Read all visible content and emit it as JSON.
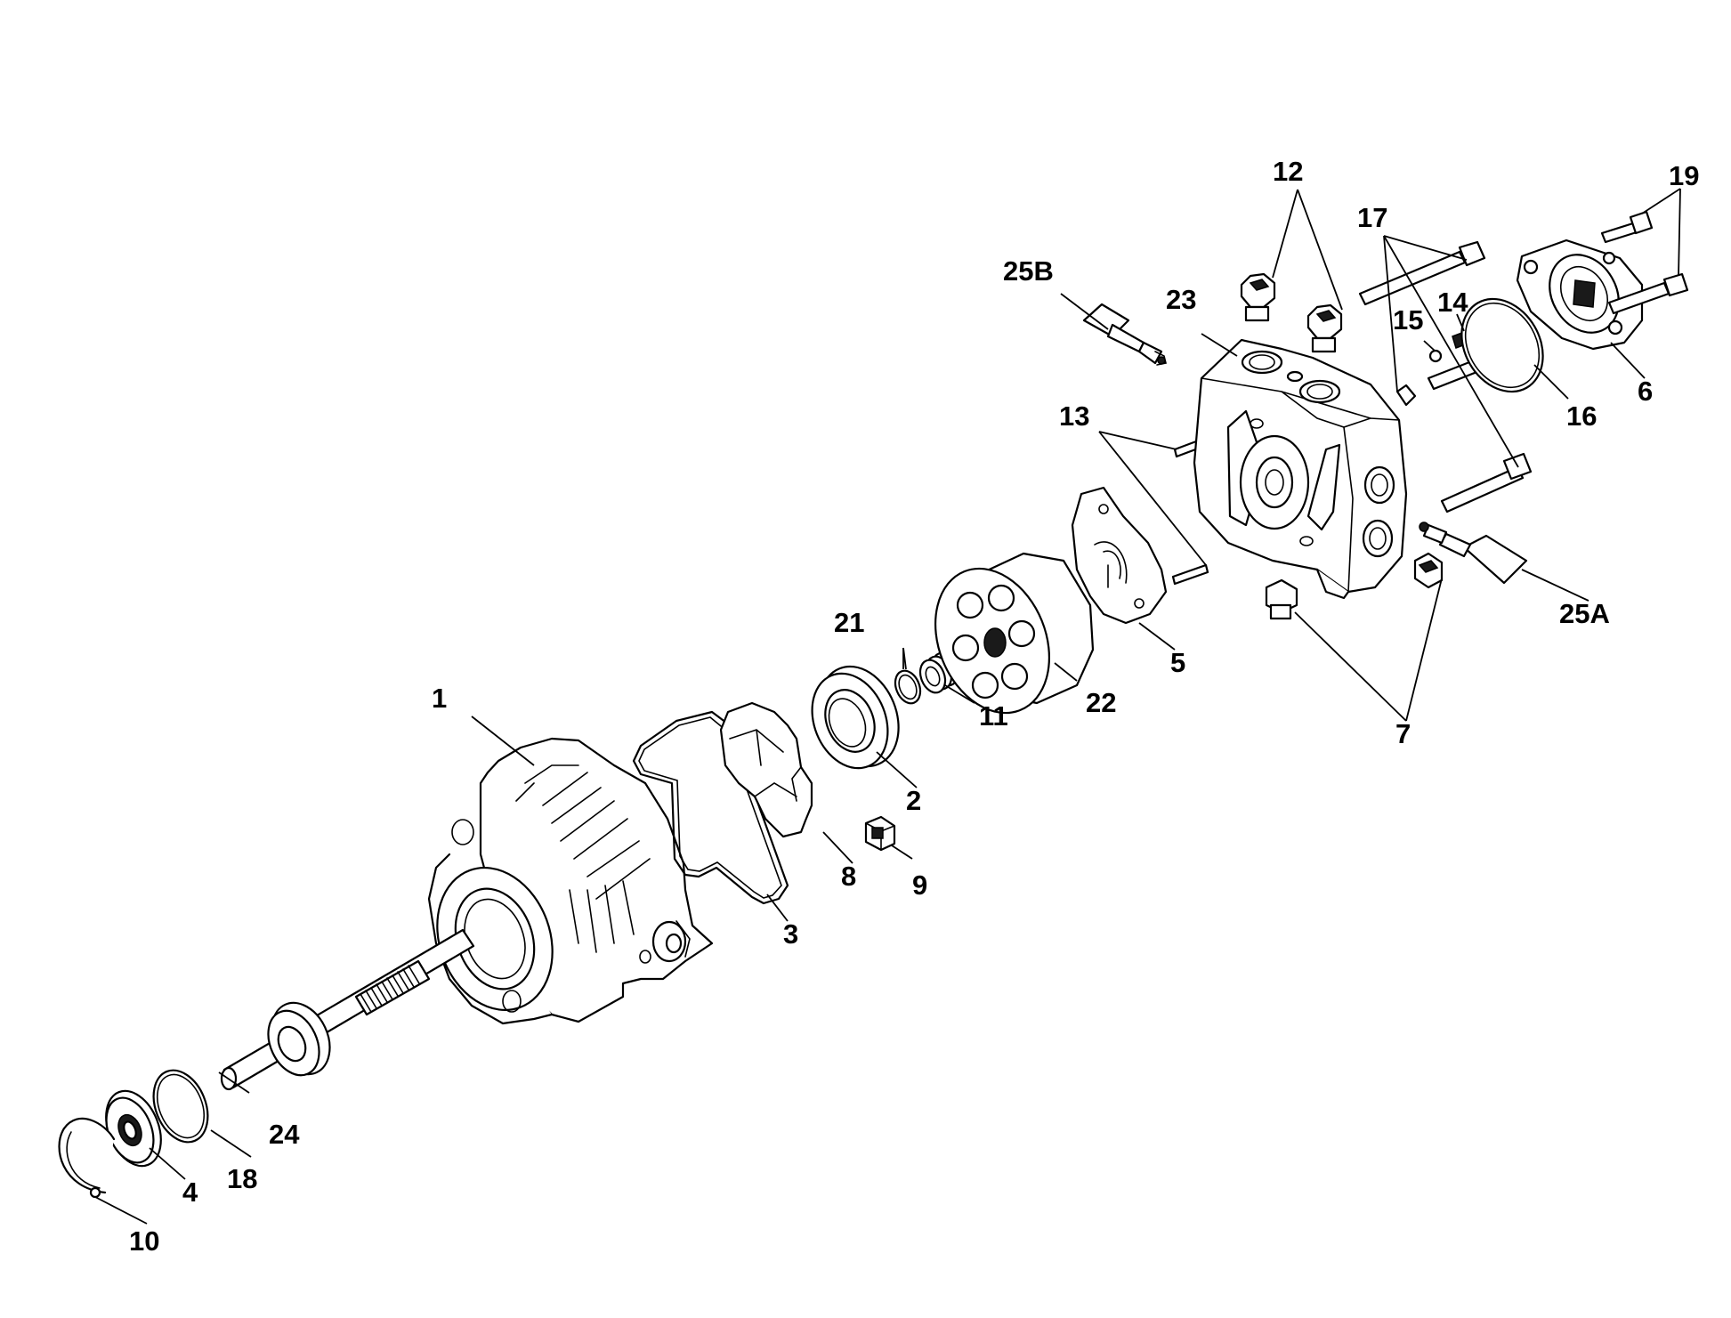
{
  "callouts": {
    "c1": "1",
    "c2": "2",
    "c3": "3",
    "c4": "4",
    "c5": "5",
    "c6": "6",
    "c7": "7",
    "c8": "8",
    "c9": "9",
    "c10": "10",
    "c11": "11",
    "c12": "12",
    "c13": "13",
    "c14": "14",
    "c15": "15",
    "c16": "16",
    "c17": "17",
    "c18": "18",
    "c19": "19",
    "c21": "21",
    "c22": "22",
    "c23": "23",
    "c24": "24",
    "c25a": "25A",
    "c25b": "25B"
  },
  "colors": {
    "line": "#000000",
    "background": "#ffffff"
  }
}
